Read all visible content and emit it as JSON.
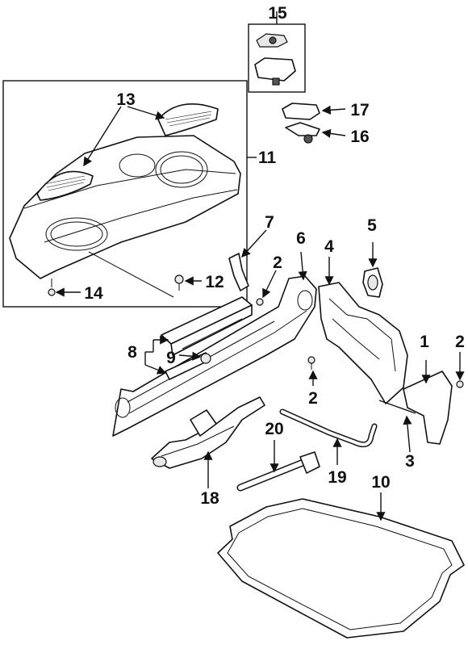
{
  "callouts": {
    "c1": "1",
    "c2a": "2",
    "c2b": "2",
    "c2c": "2",
    "c3": "3",
    "c4": "4",
    "c5": "5",
    "c6": "6",
    "c7": "7",
    "c8": "8",
    "c9": "9",
    "c10": "10",
    "c11": "11",
    "c12": "12",
    "c13": "13",
    "c14": "14",
    "c15": "15",
    "c16": "16",
    "c17": "17",
    "c18": "18",
    "c19": "19",
    "c20": "20"
  }
}
